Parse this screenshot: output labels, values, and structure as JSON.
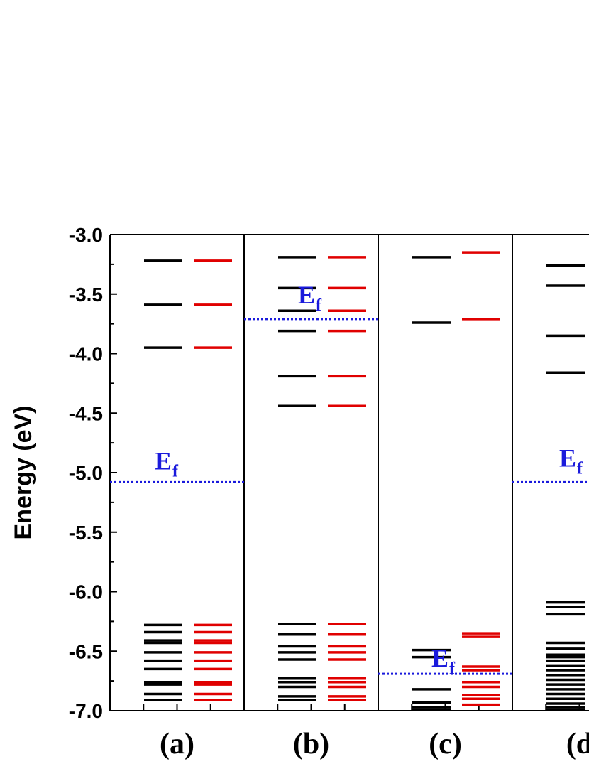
{
  "chart_data": {
    "type": "energy-level-diagram",
    "ylabel": "Energy (eV)",
    "ylim": [
      -7.0,
      -3.0
    ],
    "yticks": [
      -3.0,
      -3.5,
      -4.0,
      -4.5,
      -5.0,
      -5.5,
      -6.0,
      -6.5,
      -7.0
    ],
    "ytick_labels": [
      "-3.0",
      "-3.5",
      "-4.0",
      "-4.5",
      "-5.0",
      "-5.5",
      "-6.0",
      "-6.5",
      "-7.0"
    ],
    "ef_label_main": "E",
    "ef_label_sub": "f",
    "series_colors": {
      "black": "#000000",
      "red": "#e00000"
    },
    "fermi_color": "#1a1adc",
    "panels": [
      {
        "label": "(a)",
        "fermi": -5.08,
        "black": [
          -3.22,
          -3.59,
          -3.95,
          -6.28,
          -6.34,
          -6.41,
          -6.43,
          -6.51,
          -6.58,
          -6.65,
          -6.76,
          -6.78,
          -6.86,
          -6.91
        ],
        "red": [
          -3.22,
          -3.59,
          -3.95,
          -6.28,
          -6.34,
          -6.41,
          -6.43,
          -6.51,
          -6.58,
          -6.65,
          -6.76,
          -6.78,
          -6.86,
          -6.91
        ]
      },
      {
        "label": "(b)",
        "fermi": -3.71,
        "black": [
          -3.19,
          -3.45,
          -3.64,
          -3.81,
          -4.19,
          -4.44,
          -6.27,
          -6.36,
          -6.46,
          -6.51,
          -6.57,
          -6.73,
          -6.76,
          -6.8,
          -6.88,
          -6.91
        ],
        "red": [
          -3.19,
          -3.45,
          -3.64,
          -3.81,
          -4.19,
          -4.44,
          -6.27,
          -6.36,
          -6.46,
          -6.51,
          -6.57,
          -6.73,
          -6.76,
          -6.8,
          -6.88,
          -6.91
        ]
      },
      {
        "label": "(c)",
        "fermi": -6.69,
        "black": [
          -3.19,
          -3.74,
          -6.49,
          -6.55,
          -6.82,
          -6.93,
          -6.97,
          -6.99
        ],
        "red": [
          -3.15,
          -3.71,
          -6.35,
          -6.38,
          -6.63,
          -6.66,
          -6.76,
          -6.8,
          -6.87,
          -6.9,
          -6.95
        ]
      },
      {
        "label": "(d",
        "fermi": -5.08,
        "black": [
          -3.26,
          -3.43,
          -3.85,
          -4.16,
          -6.09,
          -6.13,
          -6.19,
          -6.43,
          -6.48,
          -6.53,
          -6.55,
          -6.58,
          -6.62,
          -6.66,
          -6.7,
          -6.74,
          -6.78,
          -6.82,
          -6.86,
          -6.9,
          -6.94,
          -6.97,
          -6.99
        ],
        "red": []
      }
    ]
  }
}
